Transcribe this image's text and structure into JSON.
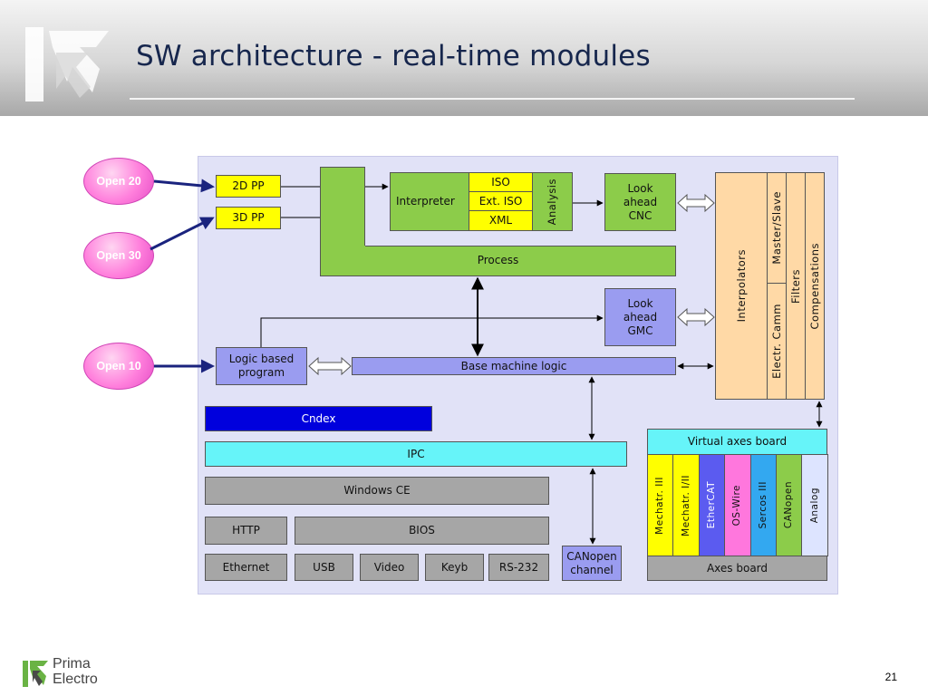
{
  "slide": {
    "title": "SW architecture - real-time modules",
    "page_number": "21",
    "brand": {
      "line1": "Prima",
      "line2": "Electro"
    }
  },
  "colors": {
    "yellow": "#ffff00",
    "green": "#8ccc4a",
    "lilac": "#9a9cf0",
    "cyan": "#66f4f9",
    "grey": "#a6a6a6",
    "blue": "#0000dd",
    "peach": "#ffd9a6",
    "pink": "#ff7fdc",
    "diagram_bg": "#e1e2f7",
    "title": "#16264d",
    "logo_green": "#6ab344"
  },
  "bubbles": {
    "open20": "Open 20",
    "open30": "Open 30",
    "open10": "Open 10"
  },
  "blocks": {
    "pp2d": "2D PP",
    "pp3d": "3D PP",
    "interpreter": "Interpreter",
    "iso": "ISO",
    "ext_iso": "Ext. ISO",
    "xml": "XML",
    "analysis": "Analysis",
    "look_ahead_cnc": [
      "Look",
      "ahead",
      "CNC"
    ],
    "look_ahead_gmc": [
      "Look",
      "ahead",
      "GMC"
    ],
    "process": "Process",
    "logic_program": [
      "Logic based",
      "program"
    ],
    "base_machine_logic": "Base machine logic",
    "interpolators": "Interpolators",
    "master_slave": "Master/Slave",
    "electr_camm": "Electr. Camm",
    "filters": "Filters",
    "compensations": "Compensations",
    "cndex": "Cndex",
    "ipc": "IPC",
    "windows_ce": "Windows CE",
    "http": "HTTP",
    "bios": "BIOS",
    "ethernet": "Ethernet",
    "usb": "USB",
    "video": "Video",
    "keyb": "Keyb",
    "rs232": "RS-232",
    "canopen_channel": [
      "CANopen",
      "channel"
    ],
    "virtual_axes_board": "Virtual axes board",
    "axes_board": "Axes board",
    "drives": [
      "Mechatr. III",
      "Mechatr. I/II",
      "EtherCAT",
      "OS-Wire",
      "Sercos III",
      "CANopen",
      "Analog"
    ]
  },
  "drive_colors": [
    "#ffff00",
    "#ffff00",
    "#5b5bf0",
    "#ff77dd",
    "#33a8f0",
    "#8ccc4a",
    "#dde4ff"
  ]
}
